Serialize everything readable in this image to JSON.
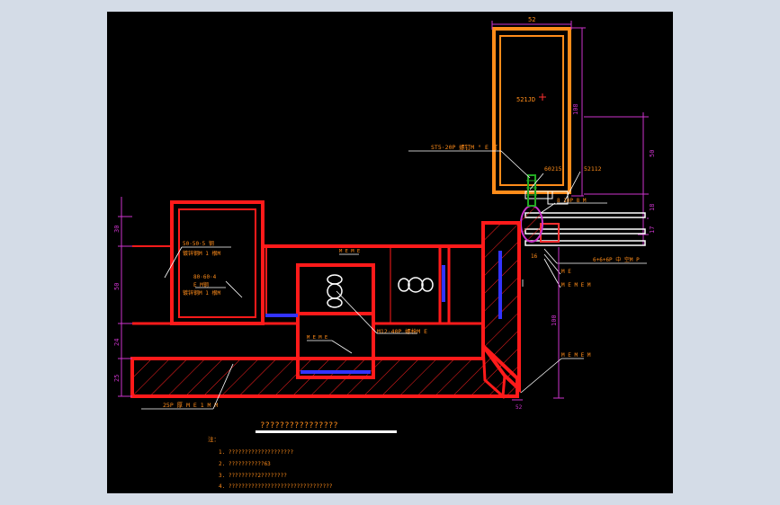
{
  "colors": {
    "page_bg": "#d4dce7",
    "drawing_bg": "#000000",
    "structure": "#ff1a1a",
    "frame": "#ff8c1a",
    "dimension": "#cc33cc",
    "leader": "#ffffff",
    "seal": "#3333ff",
    "hatch": "#ff2020",
    "glass": "#ffffff",
    "green": "#22aa22"
  },
  "dimensions": {
    "top_width": "52",
    "frame_height": "108",
    "right_upper": "50",
    "right_mid": "18",
    "right_low": "17",
    "left_1": "30",
    "left_2": "50",
    "left_3": "24",
    "left_4": "25",
    "bottom_right": "100",
    "small_16": "16",
    "bottom_label": "52"
  },
  "labels": {
    "frame_inner": "521JD",
    "screw": "ST5·20P 螺钉M ° E 钉",
    "part_left": "60215",
    "part_right": "52112",
    "sub_right": "8 10P 8 M",
    "glass_note": "6+6+6P 中 空M P",
    "block_a": "50·50·5 钢",
    "block_b": "镀锌钢M 1 根M",
    "block_c": "80·60·4",
    "block_d": "E M钢",
    "block_e": "镀锌钢M 1 根M",
    "bolt_label": "M12·40P 螺栓M E",
    "inner_small_1": "M E M E",
    "inner_small_2": "M E M E",
    "right_note_1": "M E",
    "right_note_2": "M E M E M",
    "right_note_3": "M E M E M",
    "bottom_note": "25P 厚 M E 1 M M",
    "title": "????????????????",
    "notes_header": "注：",
    "note_1": "1. ????????????????????",
    "note_2": "2. ???????????63",
    "note_3": "3. ?????????2????????",
    "note_4": "4. ????????????????????????????????"
  }
}
